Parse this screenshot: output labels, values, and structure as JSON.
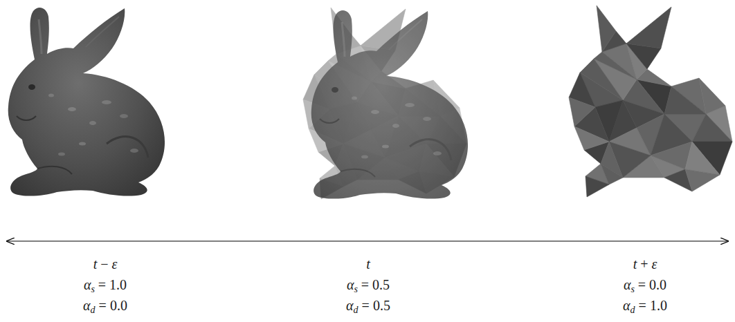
{
  "diagram": {
    "labels": [
      "t − ε",
      "αs = 1.0",
      "αd = 0.0",
      "t",
      "αs = 0.5",
      "αd = 0.5",
      "t + ε",
      "αs = 0.0",
      "αd = 1.0"
    ]
  }
}
